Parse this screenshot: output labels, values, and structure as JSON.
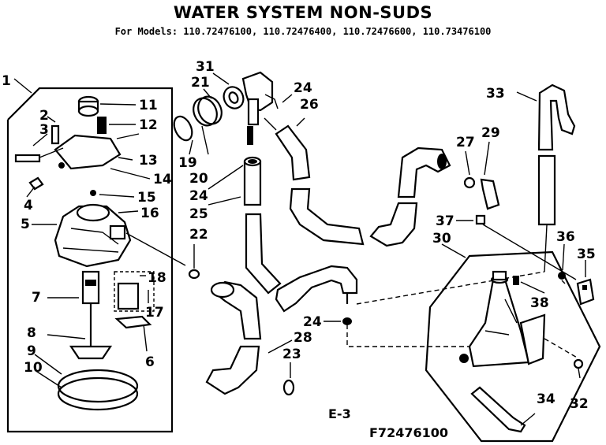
{
  "header": {
    "title": "WATER SYSTEM NON-SUDS",
    "models": "For Models: 110.72476100, 110.72476400, 110.72476600, 110.73476100"
  },
  "footer": {
    "section": "E-3",
    "figure_code": "F72476100"
  },
  "callouts": {
    "p1": "1",
    "p2": "2",
    "p3": "3",
    "p4": "4",
    "p5": "5",
    "p6": "6",
    "p7": "7",
    "p8": "8",
    "p9": "9",
    "p10": "10",
    "p11": "11",
    "p12": "12",
    "p13": "13",
    "p14": "14",
    "p15": "15",
    "p16": "16",
    "p17": "17",
    "p18": "18",
    "p19": "19",
    "p20": "20",
    "p21": "21",
    "p22": "22",
    "p23": "23",
    "p24a": "24",
    "p24b": "24",
    "p24c": "24",
    "p25": "25",
    "p26": "26",
    "p27": "27",
    "p28": "28",
    "p29": "29",
    "p30": "30",
    "p31": "31",
    "p32": "32",
    "p33": "33",
    "p34": "34",
    "p35": "35",
    "p36": "36",
    "p37": "37",
    "p38": "38"
  }
}
